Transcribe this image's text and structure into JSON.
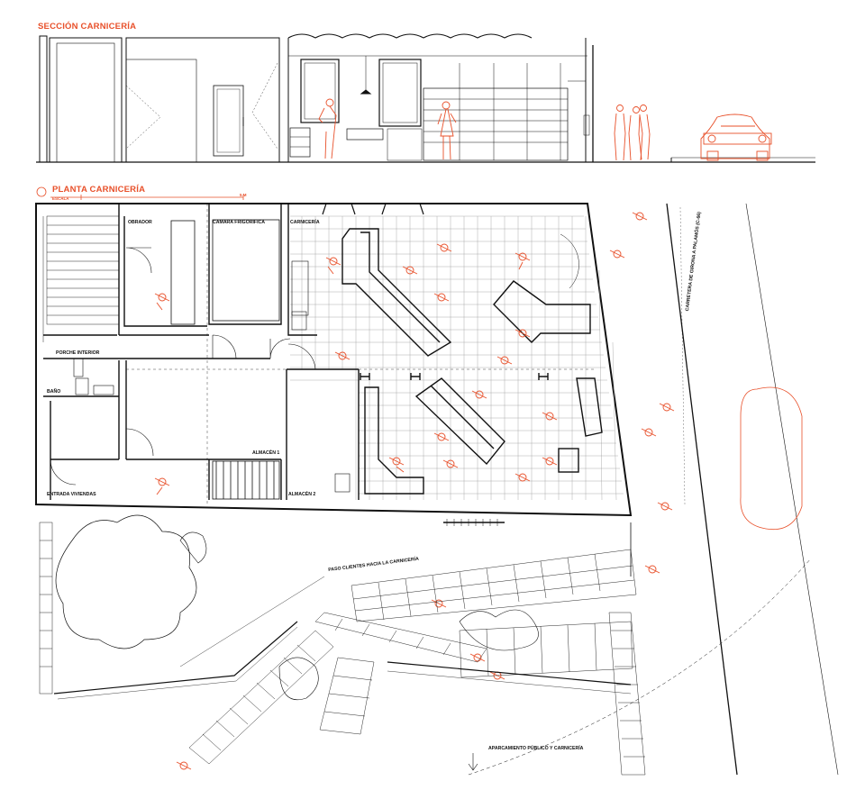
{
  "titles": {
    "section": "SECCIÓN CARNICERÍA",
    "plan": "PLANTA CARNICERÍA",
    "scale_word": "ESCALA",
    "scale_max": "5 M"
  },
  "rooms": {
    "obrador": "OBRADOR",
    "camara": "CAMARA FRIGORIFICA",
    "carniceria": "CARNICERÍA",
    "porche": "PORCHE INTERIOR",
    "bano": "BAÑO",
    "almacen1": "ALMACÉN 1",
    "almacen2": "ALMACÉN 2",
    "entrada": "ENTRADA VIVIENDAS"
  },
  "site": {
    "paso": "PASO CLIENTES HACIA LA CARNICERÍA",
    "aparcamiento": "APARCAMIENTO PÚBLICO Y CARNICERÍA",
    "carretera": "CARRETERA DE GIRONA A PALAMÓS (C-66)"
  },
  "colors": {
    "accent": "#e8502a",
    "line": "#111111",
    "grid": "#9a9a9a"
  }
}
